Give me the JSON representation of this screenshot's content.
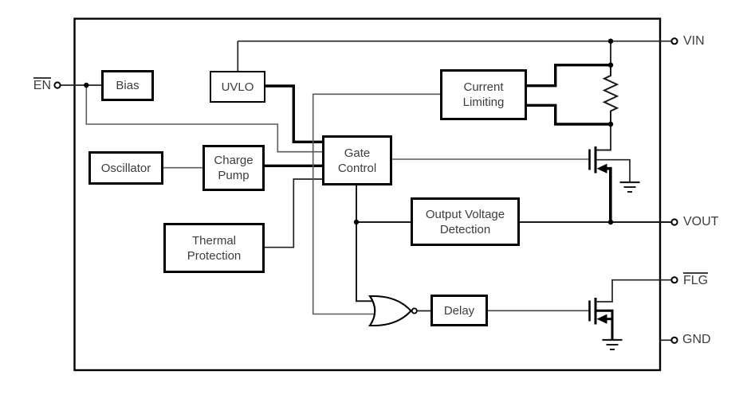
{
  "diagram": {
    "title": "power-switch-functional-block-diagram",
    "colors": {
      "background": "#ffffff",
      "line": "#000000",
      "thin_line": "#4a4a4a",
      "text": "#3d3d3d"
    },
    "blocks": {
      "bias": {
        "label": "Bias"
      },
      "uvlo": {
        "label": "UVLO"
      },
      "current_limiting": {
        "label": "Current\nLimiting"
      },
      "oscillator": {
        "label": "Oscillator"
      },
      "charge_pump": {
        "label": "Charge\nPump"
      },
      "gate_control": {
        "label": "Gate\nControl"
      },
      "output_voltage_detection": {
        "label": "Output Voltage\nDetection"
      },
      "thermal_protection": {
        "label": "Thermal\nProtection"
      },
      "delay": {
        "label": "Delay"
      }
    },
    "pins": {
      "en": {
        "label": "EN",
        "overline": true
      },
      "vin": {
        "label": "VIN",
        "overline": false
      },
      "vout": {
        "label": "VOUT",
        "overline": false
      },
      "flg": {
        "label": "FLG",
        "overline": true
      },
      "gnd": {
        "label": "GND",
        "overline": false
      }
    },
    "symbols": {
      "resistor": "current-sense-resistor",
      "pass_fet": "nmos-pass-transistor",
      "flag_fet": "nmos-flag-transistor",
      "nor_gate": "nor-gate",
      "grounds": 2,
      "junction_dots": 6
    }
  }
}
